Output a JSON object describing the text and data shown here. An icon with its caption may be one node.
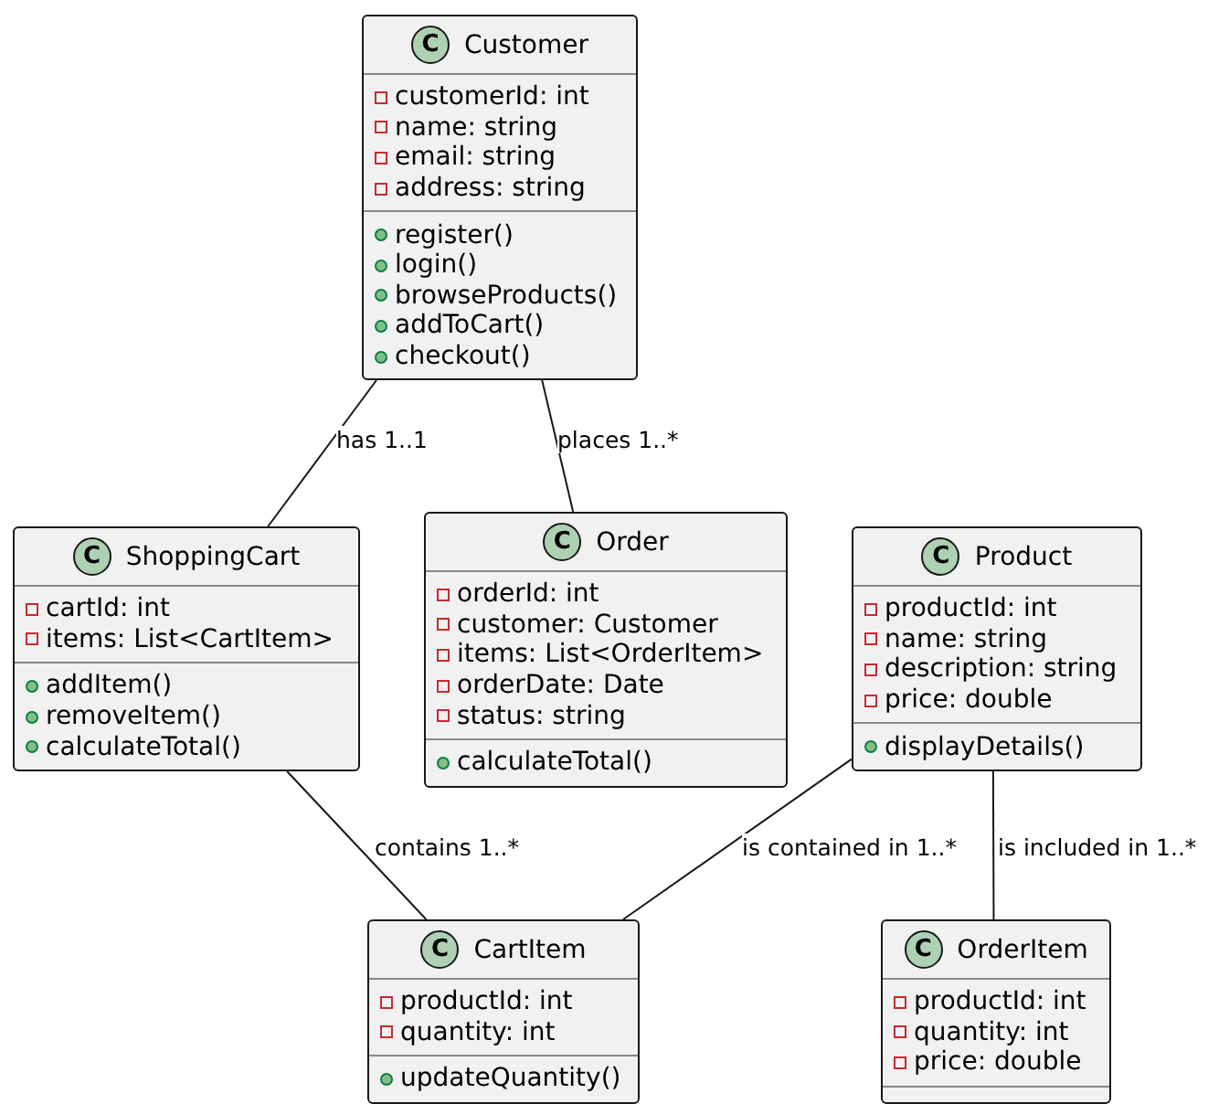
{
  "diagram": {
    "nodes": [
      {
        "text": [
          "C",
          "Customer"
        ]
      },
      {
        "text": [
          "customerId: int",
          "name: string",
          "email: string",
          "address: string"
        ],
        "in": 0
      },
      {
        "text": [
          "register()",
          "login()",
          "browseProducts()",
          "addToCart()",
          "checkout()"
        ],
        "in": 0
      },
      {
        "text": [
          "C",
          "ShoppingCart"
        ]
      },
      {
        "text": [
          "cartId: int",
          "items: List<CartItem>"
        ],
        "in": 3
      },
      {
        "text": [
          "addItem()",
          "removeItem()",
          "calculateTotal()"
        ],
        "in": 3
      },
      {
        "text": [
          "C",
          "Order"
        ]
      },
      {
        "text": [
          "orderId: int",
          "customer: Customer",
          "items: List<OrderItem>",
          "orderDate: Date",
          "status: string"
        ],
        "in": 6
      },
      {
        "text": [
          "calculateTotal()"
        ],
        "in": 6
      },
      {
        "text": [
          "C",
          "Product"
        ]
      },
      {
        "text": [
          "productId: int",
          "name: string",
          "description: string",
          "price: double"
        ],
        "in": 9
      },
      {
        "text": [
          "displayDetails()"
        ],
        "in": 9
      },
      {
        "text": [
          "C",
          "CartItem"
        ]
      },
      {
        "text": [
          "productId: int",
          "quantity: int"
        ],
        "in": 12
      },
      {
        "text": [
          "updateQuantity()"
        ],
        "in": 12
      },
      {
        "text": [
          "C",
          "OrderItem"
        ]
      },
      {
        "text": [
          "productId: int",
          "quantity: int",
          "price: double"
        ],
        "in": 15
      },
      {
        "text": [],
        "shape": "box",
        "in": 15
      }
    ],
    "edges": [
      {
        "from": 0,
        "to": 3,
        "arrow": "none",
        "label": "has 1..1"
      },
      {
        "from": 0,
        "to": 6,
        "arrow": "none",
        "label": "places 1..*"
      },
      {
        "from": 3,
        "to": 12,
        "arrow": "none",
        "label": "contains 1..*"
      },
      {
        "from": 9,
        "to": 12,
        "arrow": "none",
        "label": "is contained in 1..*"
      },
      {
        "from": 9,
        "to": 15,
        "arrow": "none",
        "label": "is included in 1..*"
      }
    ]
  }
}
